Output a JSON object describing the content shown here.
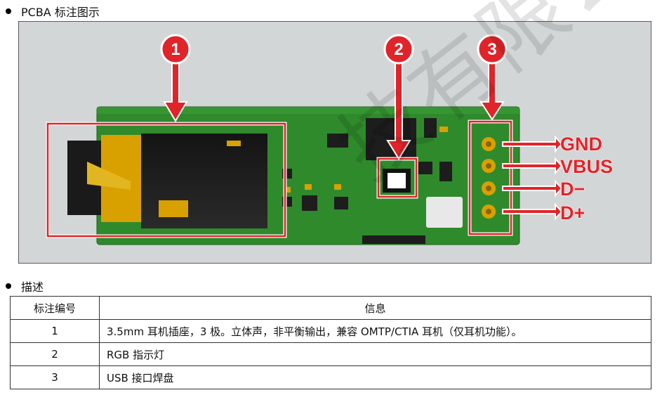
{
  "section1": {
    "title": "PCBA 标注图示"
  },
  "section2": {
    "title": "描述"
  },
  "figure": {
    "callouts": [
      "1",
      "2",
      "3"
    ],
    "pin_labels": [
      "GND",
      "VBUS",
      "D−",
      "D+"
    ],
    "colors": {
      "background": "#d3d6d7",
      "pcb": "#2f8a2c",
      "marker": "#e0242a",
      "pad": "#d8a100"
    }
  },
  "table": {
    "headers": [
      "标注编号",
      "信息"
    ],
    "rows": [
      {
        "num": "1",
        "info": "3.5mm 耳机插座，3 极。立体声，非平衡输出，兼容 OMTP/CTIA 耳机（仅耳机功能）。"
      },
      {
        "num": "2",
        "info": "RGB 指示灯"
      },
      {
        "num": "3",
        "info": "USB 接口焊盘"
      }
    ]
  },
  "watermark": "技有限公司"
}
